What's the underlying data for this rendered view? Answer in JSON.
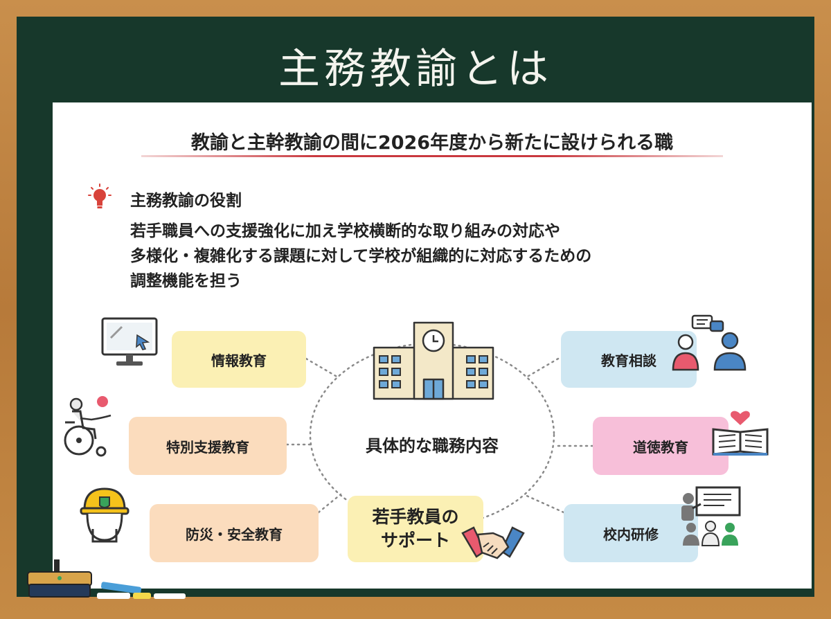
{
  "title": "主務教諭とは",
  "subtitle": "教諭と主幹教諭の間に2026年度から新たに設けられる職",
  "role": {
    "heading": "主務教諭の役割",
    "lines": [
      "若手職員への支援強化に加え学校横断的な取り組みの対応や",
      "多様化・複雑化する課題に対して学校が組織的に対応するための",
      "調整機能を担う"
    ]
  },
  "center": "具体的な職務内容",
  "duties": {
    "info": "情報教育",
    "special": "特別支援教育",
    "safety": "防災・安全教育",
    "counsel": "教育相談",
    "moral": "道徳教育",
    "training": "校内研修",
    "support_line1": "若手教員の",
    "support_line2": "サポート"
  },
  "icons": [
    "lightbulb-icon",
    "computer-icon",
    "wheelchair-icon",
    "helmet-icon",
    "school-icon",
    "consultation-icon",
    "book-heart-icon",
    "presentation-icon",
    "handshake-icon",
    "eraser-icon",
    "chalk-icon"
  ],
  "colors": {
    "board": "#17382b",
    "frame": "#c58a45",
    "yellow": "#fbf0b4",
    "orange": "#fbdcbd",
    "blue": "#cfe7f2",
    "pink": "#f7bfd9",
    "accent": "#c9383e"
  }
}
